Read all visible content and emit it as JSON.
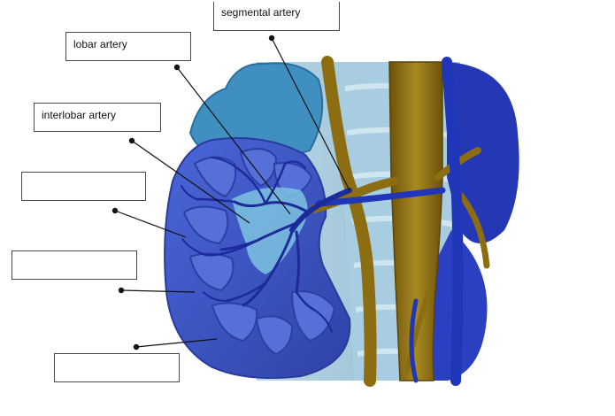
{
  "colors": {
    "kidney_blue": "#3e57c9",
    "medulla_blue": "#4f6ad6",
    "pelvis_lightblue": "#7ec3df",
    "adrenal_blue": "#3f8fc0",
    "artery_dark_blue": "#1c2a9a",
    "vessel_gold": "#8c6d12",
    "vein_blue": "#1f36b8",
    "pointer_line": "#111111"
  },
  "labels": {
    "segmental_artery": "segmental artery",
    "lobar_artery": "lobar artery",
    "interlobar_artery": "interlobar artery",
    "blank_1": "",
    "blank_2": "",
    "blank_3": ""
  }
}
